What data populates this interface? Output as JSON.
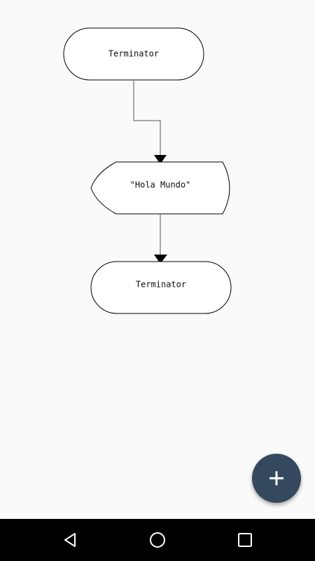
{
  "flowchart": {
    "nodes": [
      {
        "id": "start",
        "shape": "terminator",
        "label": "Terminator"
      },
      {
        "id": "display",
        "shape": "display",
        "label": "\"Hola Mundo\""
      },
      {
        "id": "end",
        "shape": "terminator",
        "label": "Terminator"
      }
    ],
    "edges": [
      {
        "from": "start",
        "to": "display"
      },
      {
        "from": "display",
        "to": "end"
      }
    ]
  },
  "fab": {
    "icon": "plus-icon",
    "color": "#34495e"
  },
  "navbar": {
    "icons": [
      "back-triangle-icon",
      "home-circle-icon",
      "recents-square-icon"
    ],
    "color": "#000000"
  }
}
